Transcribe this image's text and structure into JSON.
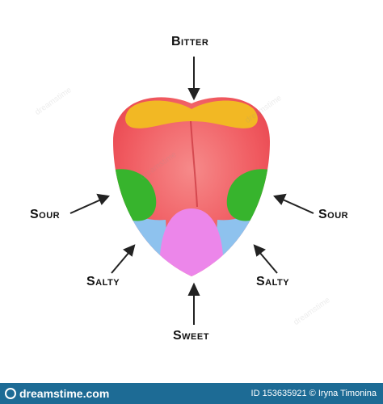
{
  "labels": {
    "bitter": "Bitter",
    "sour_left": "Sour",
    "sour_right": "Sour",
    "salty_left": "Salty",
    "salty_right": "Salty",
    "sweet": "Sweet"
  },
  "colors": {
    "tongue": "#f05a60",
    "tongue_light": "#f47f80",
    "bitter_zone": "#f2b824",
    "sour_zone": "#37b42d",
    "salty_zone": "#8ec2ee",
    "sweet_zone": "#ec86ea",
    "footer_bg": "#1d6b95"
  },
  "watermark": {
    "text": "dreamstime"
  },
  "footer": {
    "brand": "dreamstime.com",
    "credit": "ID 153635921 © Iryna Timonina"
  }
}
